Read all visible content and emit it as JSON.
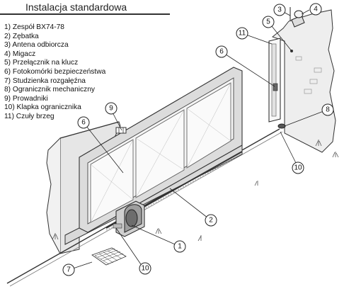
{
  "title": "Instalacja standardowa",
  "legend": [
    "1) Zespół BX74-78",
    "2) Zębatka",
    "3) Antena odbiorcza",
    "4) Migacz",
    "5) Przełącznik na klucz",
    "6) Fotokomórki bezpieczeństwa",
    "7) Studzienka rozgałęźna",
    "8) Ogranicznik mechaniczny",
    "9) Prowadniki",
    "10) Klapka ogranicznika",
    "11) Czuły brzeg"
  ],
  "callouts": [
    "1",
    "2",
    "3",
    "4",
    "5",
    "6",
    "6",
    "7",
    "8",
    "9",
    "10",
    "10",
    "11"
  ]
}
